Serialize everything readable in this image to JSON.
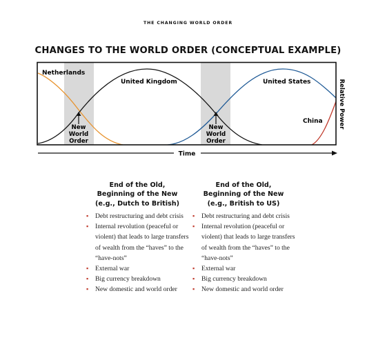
{
  "running_title": "THE CHANGING WORLD ORDER",
  "chart_title": "CHANGES TO THE WORLD ORDER (CONCEPTUAL EXAMPLE)",
  "chart_data": {
    "type": "line",
    "xlabel": "Time",
    "ylabel": "Relative Power",
    "series": [
      {
        "name": "Netherlands",
        "color": "#e8932e"
      },
      {
        "name": "United Kingdom",
        "color": "#111111"
      },
      {
        "name": "United States",
        "color": "#1f5a96"
      },
      {
        "name": "China",
        "color": "#c0392b"
      }
    ],
    "transitions": [
      {
        "label_lines": [
          "New",
          "World",
          "Order"
        ]
      },
      {
        "label_lines": [
          "New",
          "World",
          "Order"
        ]
      }
    ],
    "shade_color": "#d9d9d9"
  },
  "columns": [
    {
      "title_lines": [
        "End of the Old,",
        "Beginning of the New",
        "(e.g., Dutch to British)"
      ],
      "items": [
        "Debt restructuring and debt crisis",
        "Internal revolution (peaceful or violent) that leads to large transfers of wealth from the “haves” to the “have-nots”",
        "External war",
        "Big currency breakdown",
        "New domestic and world order"
      ]
    },
    {
      "title_lines": [
        "End of the Old,",
        "Beginning of the New",
        "(e.g., British to US)"
      ],
      "items": [
        "Debt restructuring and debt crisis",
        "Internal revolution (peaceful or violent) that leads to large transfers of wealth from the “haves” to the “have-nots”",
        "External war",
        "Big currency breakdown",
        "New domestic and world order"
      ]
    }
  ]
}
